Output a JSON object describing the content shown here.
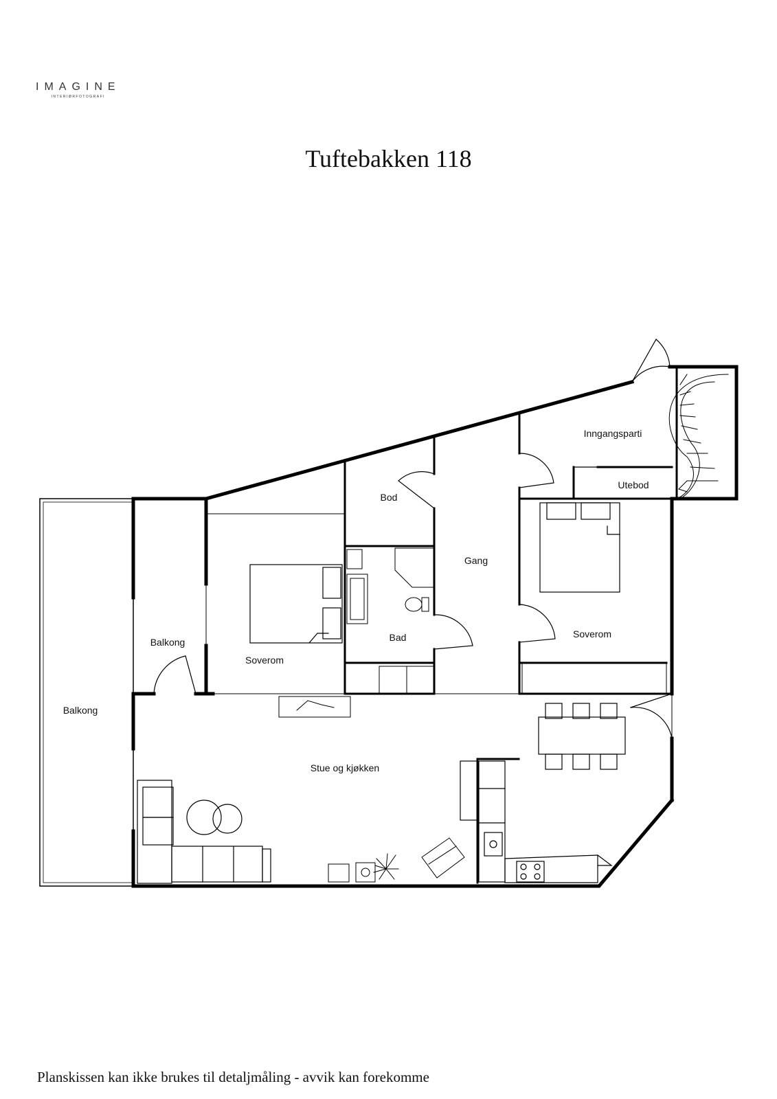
{
  "logo": {
    "main": "IMAGINE",
    "sub": "INTERIØRFOTOGRAFI"
  },
  "title": "Tuftebakken 118",
  "footer": "Planskissen kan ikke brukes til detaljmåling - avvik kan forekomme",
  "rooms": {
    "inngangsparti": "Inngangsparti",
    "utebod": "Utebod",
    "bod": "Bod",
    "gang": "Gang",
    "bad": "Bad",
    "soverom_left": "Soverom",
    "soverom_right": "Soverom",
    "balkong_inner": "Balkong",
    "balkong_outer": "Balkong",
    "stue": "Stue og kjøkken"
  }
}
